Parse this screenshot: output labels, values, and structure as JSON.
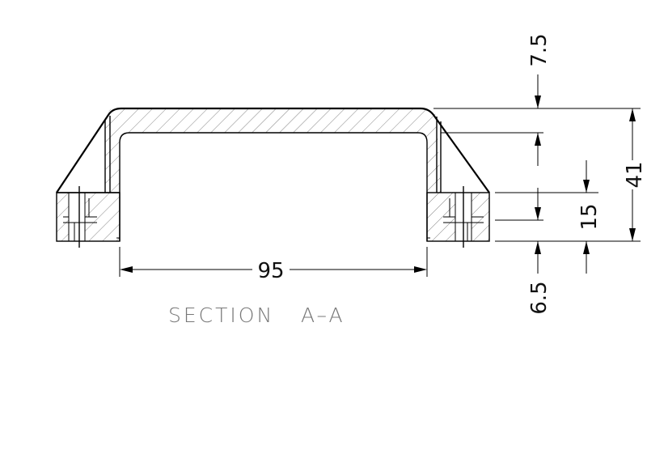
{
  "drawing": {
    "caption": "SECTION   A–A",
    "dimensions": {
      "width": "95",
      "top_thickness": "7.5",
      "base_thickness": "6.5",
      "total_height": "41",
      "foot_height": "15"
    }
  }
}
